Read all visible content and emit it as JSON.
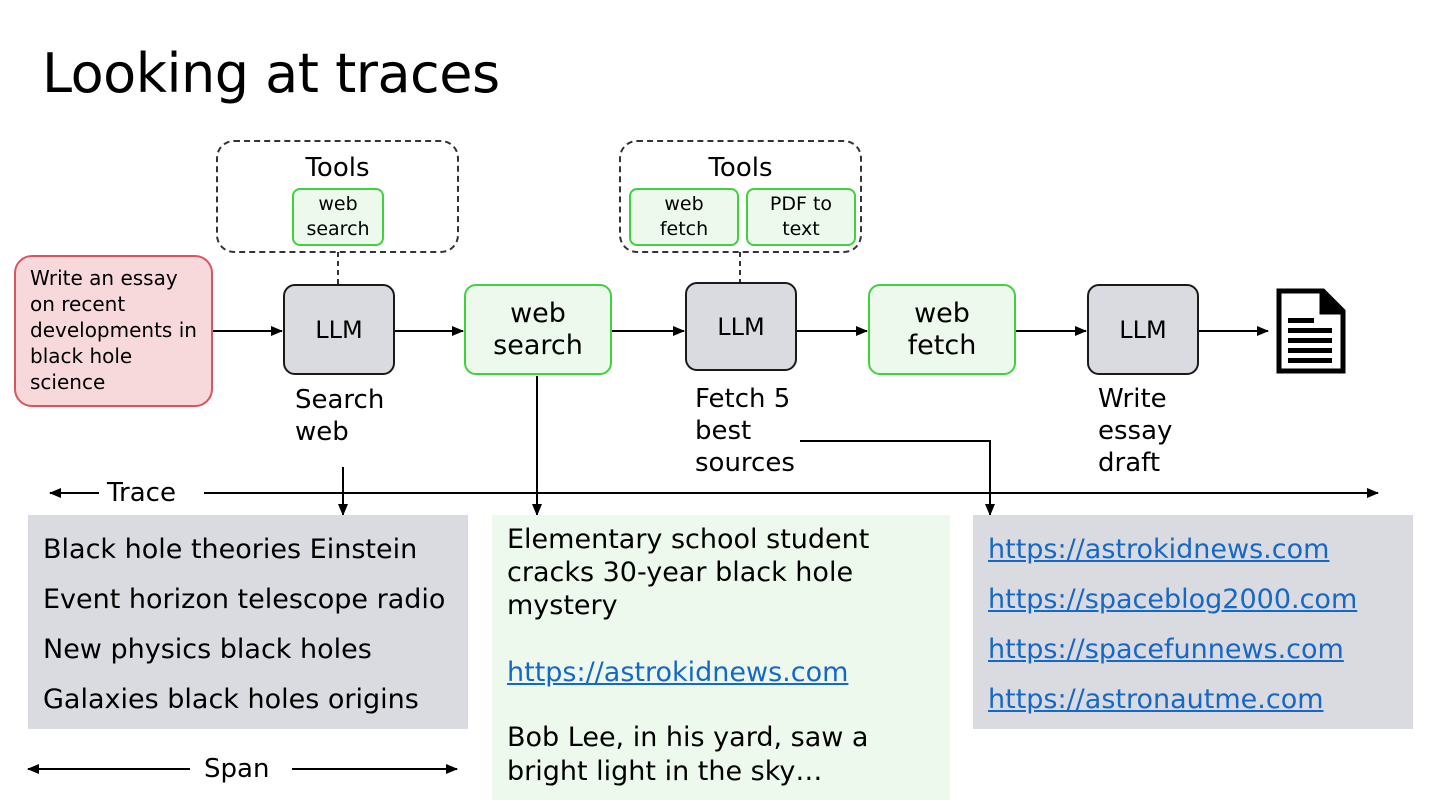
{
  "title": "Looking at traces",
  "prompt": {
    "text": "Write an essay on recent developments in black hole science"
  },
  "tools_groups": [
    {
      "title": "Tools",
      "tools": [
        "web\nsearch"
      ]
    },
    {
      "title": "Tools",
      "tools": [
        "web\nfetch",
        "PDF to\ntext"
      ]
    }
  ],
  "nodes": {
    "llm1": "LLM",
    "search": "web\nsearch",
    "llm2": "LLM",
    "fetch": "web\nfetch",
    "llm3": "LLM"
  },
  "captions": {
    "llm1": "Search\nweb",
    "llm2": "Fetch 5\nbest\nsources",
    "llm3": "Write\nessay\ndraft"
  },
  "output_icon": "document-icon",
  "axes": {
    "trace": "Trace",
    "span": "Span"
  },
  "queries_panel": {
    "items": [
      "Black hole theories Einstein",
      "Event horizon telescope radio",
      "New physics black holes",
      "Galaxies black holes origins"
    ]
  },
  "result_panel": {
    "headline": "Elementary school student cracks 30-year black hole mystery",
    "link": "https://astrokidnews.com",
    "snippet": "Bob Lee, in his yard, saw a bright light in the sky…"
  },
  "sources_panel": {
    "links": [
      "https://astrokidnews.com",
      "https://spaceblog2000.com",
      "https://spacefunnews.com",
      "https://astronautme.com"
    ]
  },
  "colors": {
    "llm_fill": "#d9dbe0",
    "tool_fill": "#edf9ec",
    "tool_border": "#3fd23f",
    "prompt_fill": "#f7d9dc",
    "prompt_border": "#d9545f",
    "link": "#1668c8"
  }
}
